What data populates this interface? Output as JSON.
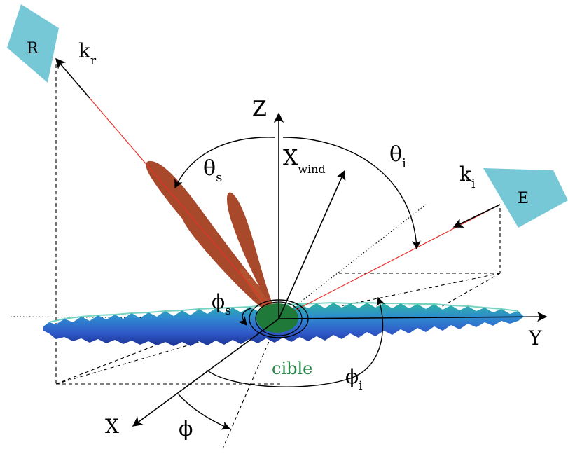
{
  "labels": {
    "receiver": "R",
    "emitter": "E",
    "z_axis": "Z",
    "y_axis": "Y",
    "x_axis": "X",
    "k_r": {
      "base": "k",
      "sub": "r"
    },
    "k_i": {
      "base": "k",
      "sub": "i"
    },
    "theta_s": {
      "base": "θ",
      "sub": "s"
    },
    "theta_i": {
      "base": "θ",
      "sub": "i"
    },
    "x_wind": {
      "base": "X",
      "sub": "wind"
    },
    "phi_s": {
      "base": "ϕ",
      "sub": "s"
    },
    "phi_i": {
      "base": "ϕ",
      "sub": "i"
    },
    "phi": "ϕ",
    "target": "cible"
  },
  "colors": {
    "antenna": "#76c8d6",
    "lobe": "#a8492c",
    "target": "#1f7a3a",
    "target_text": "#2a8a4a",
    "ray": "#e8302a",
    "surface_top": "#2bb3a0",
    "surface_mid": "#2f64c8",
    "surface_low": "#1a3a9a"
  }
}
